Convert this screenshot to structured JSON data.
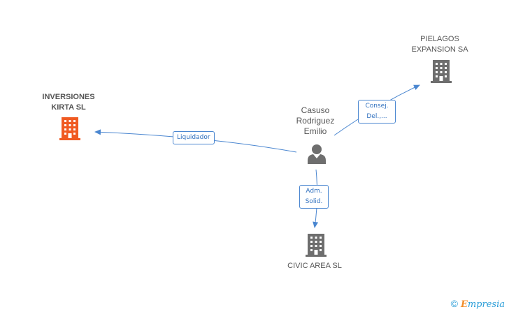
{
  "center": {
    "name_lines": [
      "Casuso",
      "Rodriguez",
      "Emilio"
    ],
    "icon": "person-icon"
  },
  "companies": {
    "pielagos": {
      "name_lines": [
        "PIELAGOS",
        "EXPANSION SA"
      ],
      "icon": "building-icon",
      "color": "#6e6e6e"
    },
    "inversiones": {
      "name_lines": [
        "INVERSIONES",
        "KIRTA SL"
      ],
      "icon": "building-icon",
      "color": "#f05a22"
    },
    "civic": {
      "name_lines": [
        "CIVIC AREA SL"
      ],
      "icon": "building-icon",
      "color": "#6e6e6e"
    }
  },
  "relations": {
    "pielagos": [
      "Consej.",
      "Del.,..."
    ],
    "inversiones": [
      "Liquidador"
    ],
    "civic": [
      "Adm.",
      "Solid."
    ]
  },
  "footer": {
    "copyright_symbol": "©",
    "brand_initial": "E",
    "brand_rest": "mpresia"
  },
  "colors": {
    "edge": "#4a86d0",
    "building_gray": "#6e6e6e",
    "building_highlight": "#f05a22"
  }
}
